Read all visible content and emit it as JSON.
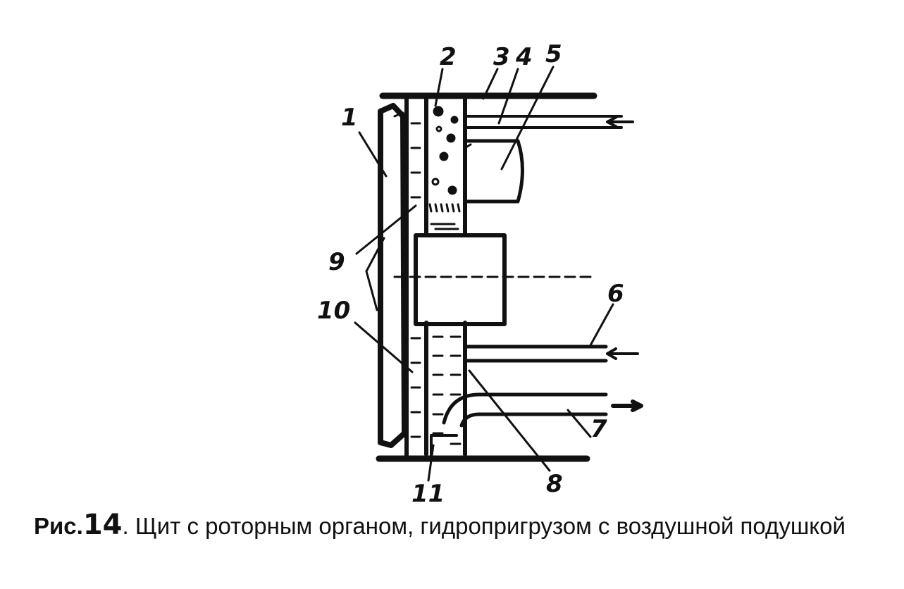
{
  "labels": {
    "l1": "1",
    "l2": "2",
    "l3": "3",
    "l4": "4",
    "l5": "5",
    "l6": "6",
    "l7": "7",
    "l8": "8",
    "l9": "9",
    "l10": "10",
    "l11": "11"
  },
  "caption": {
    "prefix": "Рис.",
    "number": "14",
    "text": ". Щит с роторным органом, гидропригрузом с воздушной подушкой"
  }
}
